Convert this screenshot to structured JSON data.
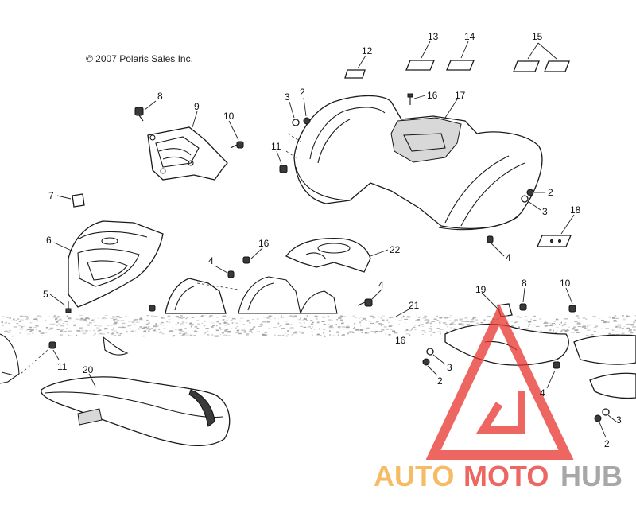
{
  "copyright": "© 2007 Polaris Sales Inc.",
  "callouts": {
    "c13": "13",
    "c14": "14",
    "c15": "15",
    "c12": "12",
    "c8a": "8",
    "c9": "9",
    "c10a": "10",
    "c3a": "3",
    "c2a": "2",
    "c16a": "16",
    "c17": "17",
    "c11a": "11",
    "c7": "7",
    "c6": "6",
    "c2b": "2",
    "c3b": "3",
    "c18": "18",
    "c4a": "4",
    "c16b": "16",
    "c22": "22",
    "c4b": "4",
    "c4c": "4",
    "c5": "5",
    "c19": "19",
    "c8b": "8",
    "c10b": "10",
    "c21": "21",
    "c16c": "16",
    "c11b": "11",
    "c3c": "3",
    "c2c": "2",
    "c20": "20",
    "c4d": "4",
    "c3d": "3",
    "c2d": "2"
  },
  "watermark": {
    "part1": "AUTO",
    "part2": "MOTO",
    "part3": "HUB",
    "color_red": "#e8342e",
    "color_orange": "#f3a632",
    "color_gray": "#8a8a8a"
  }
}
